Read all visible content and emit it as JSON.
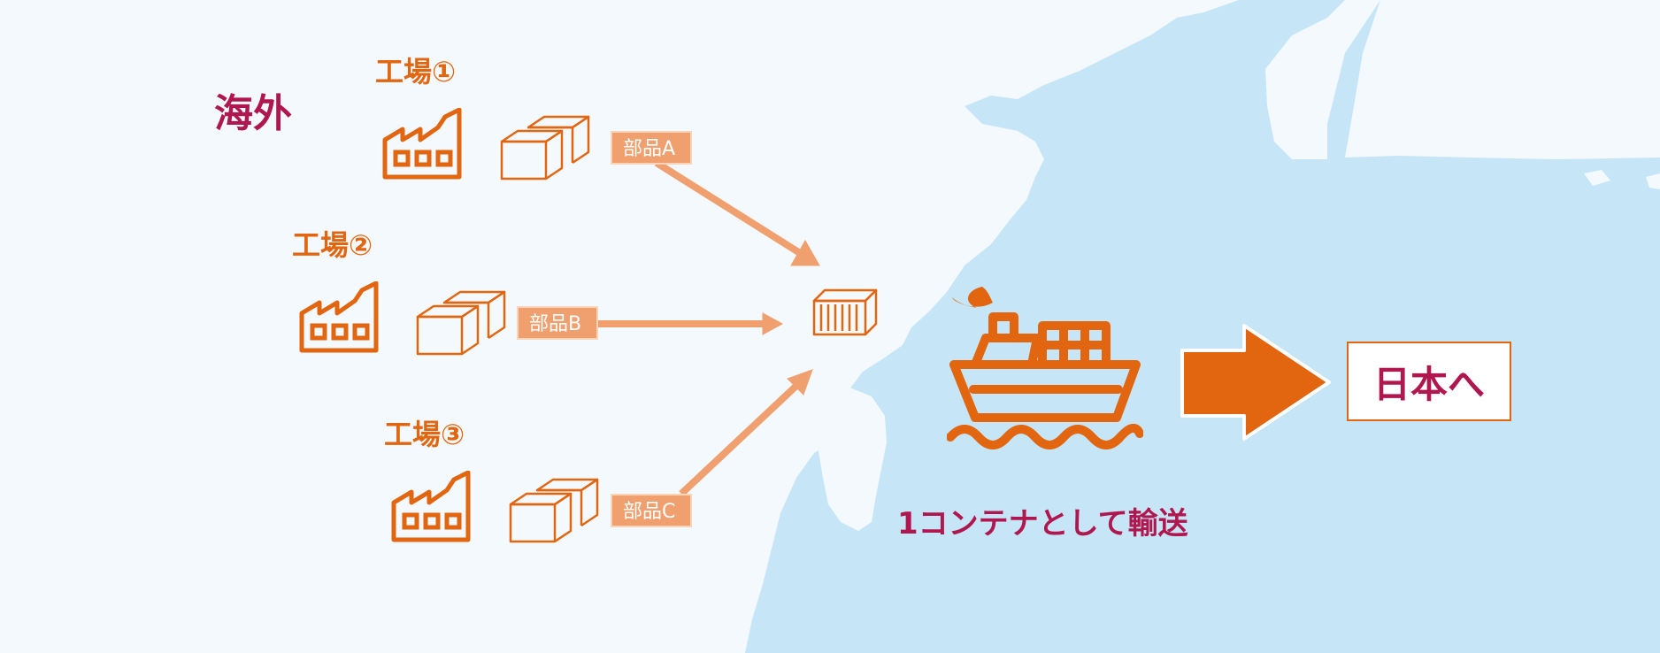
{
  "region_label": "海外",
  "factories": [
    {
      "label": "工場①",
      "part": "部品A"
    },
    {
      "label": "工場②",
      "part": "部品B"
    },
    {
      "label": "工場③",
      "part": "部品C"
    }
  ],
  "caption": "1コンテナとして輸送",
  "destination": "日本へ",
  "icons": [
    "factory-icon",
    "boxes-icon",
    "container-icon",
    "ship-icon",
    "right-arrow-icon"
  ],
  "colors": {
    "accent_orange": "#e2650f",
    "light_orange": "#f0a06e",
    "crimson": "#b0174f",
    "sea": "#c6e6f7",
    "land": "#f3f9fd"
  }
}
